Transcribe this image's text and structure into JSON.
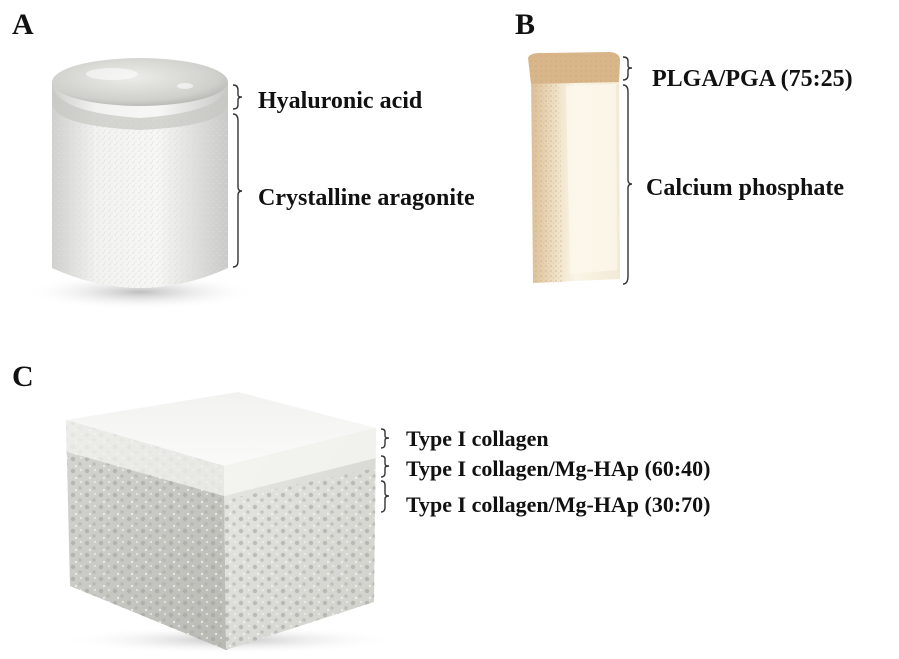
{
  "panels": {
    "a": {
      "letter": "A",
      "labels": [
        "Hyaluronic acid",
        "Crystalline aragonite"
      ]
    },
    "b": {
      "letter": "B",
      "labels": [
        "PLGA/PGA (75:25)",
        "Calcium phosphate"
      ]
    },
    "c": {
      "letter": "C",
      "labels": [
        "Type I collagen",
        "Type I collagen/Mg-HAp (60:40)",
        "Type I collagen/Mg-HAp (30:70)"
      ]
    }
  }
}
